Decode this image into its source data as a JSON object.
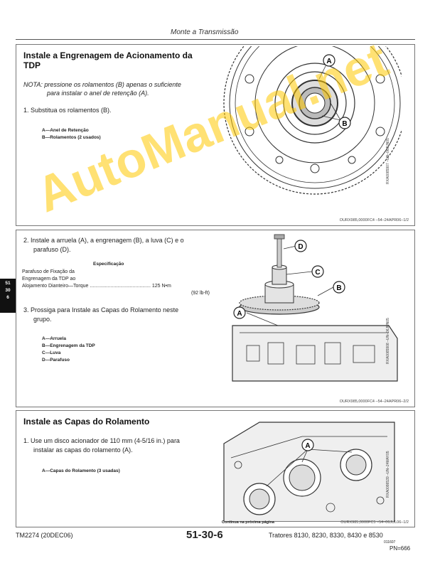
{
  "header": {
    "title": "Monte a Transmissão"
  },
  "section1": {
    "title_line1": "Instale a Engrenagem de Acionamento da",
    "title_line2": "TDP",
    "note_line1": "NOTA:  pressione os rolamentos (B) apenas o suficiente",
    "note_line2": "para instalar o anel de retenção (A).",
    "step1": "1.  Substitua os rolamentos (B).",
    "legend": [
      "A—Anel de Retenção",
      "B—Rolamentos (2 usados)"
    ],
    "figure_code": "RXA0085907 –UN–06JUN05",
    "callouts": [
      "A",
      "B"
    ],
    "ref": "OURX985,0000FC4   –54–24APR06–1/2"
  },
  "section2": {
    "step2_line1": "2.  Instale a arruela (A), a engrenagem (B), a luva (C) e o",
    "step2_line2": "parafuso (D).",
    "spec_head": "Especificação",
    "spec_line1": "Parafuso de Fixação da",
    "spec_line2": "Engrenagem da TDP ao",
    "spec_line3": "Alojamento Dianteiro—Torque ............................................ 125 N•m",
    "spec_line4": "(92 lb-ft)",
    "step3_line1": "3.  Prossiga para Instale as Capas do Rolamento neste",
    "step3_line2": "grupo.",
    "legend": [
      "A—Arruela",
      "B—Engrenagem da TDP",
      "C—Luva",
      "D—Parafuso"
    ],
    "figure_code": "RXA0085908 –UN–06JUN05",
    "callouts": [
      "D",
      "C",
      "B",
      "A"
    ],
    "ref": "OURX985,0000FC4   –54–24APR06–2/2"
  },
  "section3": {
    "title": "Instale as Capas do Rolamento",
    "step1_line1": "1.  Use um disco acionador de 110 mm (4-5/16 in.) para",
    "step1_line2": "instalar as capas do rolamento (A).",
    "legend": [
      "A—Capas do Rolamento (3 usadas)"
    ],
    "figure_code": "RXA0086539 –UN–24MAY05",
    "callouts": [
      "A"
    ],
    "ref": "OURX985,0000FC5   –54–06JUL06–1/2"
  },
  "side_tab": {
    "l1": "51",
    "l2": "30",
    "l3": "6"
  },
  "continued": "Continua na próxima página",
  "footer": {
    "left": "TM2274 (20DEC06)",
    "center": "51-30-6",
    "right": "Tratores 8130, 8230, 8330, 8430 e 8530",
    "date": "011607",
    "page": "PN=666"
  },
  "watermark": "AutoManual.net"
}
